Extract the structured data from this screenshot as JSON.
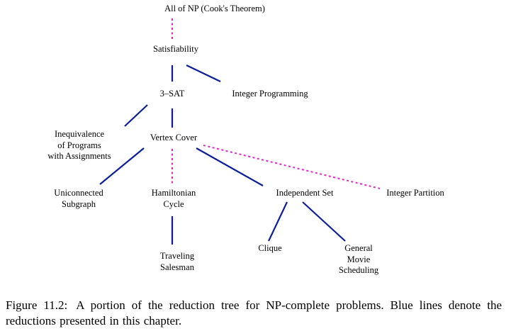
{
  "colors": {
    "reduction_presented": "#0a1e9b",
    "reduction_other": "#e623d2",
    "text": "#000000",
    "background": "#ffffff"
  },
  "nodes": {
    "all_np": "All of NP  (Cook's Theorem)",
    "satisfiability": "Satisfiability",
    "three_sat": "3–SAT",
    "integer_programming": "Integer Programming",
    "inequivalence": [
      "Inequivalence",
      "of Programs",
      "with Assignments"
    ],
    "vertex_cover": "Vertex Cover",
    "uniconnected_subgraph": [
      "Uniconnected",
      "Subgraph"
    ],
    "hamiltonian_cycle": [
      "Hamiltonian",
      "Cycle"
    ],
    "independent_set": "Independent Set",
    "integer_partition": "Integer Partition",
    "traveling_salesman": [
      "Traveling",
      "Salesman"
    ],
    "clique": "Clique",
    "general_movie_scheduling": [
      "General",
      "Movie",
      "Scheduling"
    ]
  },
  "edges": [
    {
      "from": "All of NP",
      "to": "Satisfiability",
      "style": "dashed",
      "color": "#e623d2"
    },
    {
      "from": "Satisfiability",
      "to": "3-SAT",
      "style": "solid",
      "color": "#0a1e9b"
    },
    {
      "from": "Satisfiability",
      "to": "Integer Programming",
      "style": "solid",
      "color": "#0a1e9b"
    },
    {
      "from": "3-SAT",
      "to": "Inequivalence of Programs with Assignments",
      "style": "solid",
      "color": "#0a1e9b"
    },
    {
      "from": "3-SAT",
      "to": "Vertex Cover",
      "style": "solid",
      "color": "#0a1e9b"
    },
    {
      "from": "Vertex Cover",
      "to": "Uniconnected Subgraph",
      "style": "solid",
      "color": "#0a1e9b"
    },
    {
      "from": "Vertex Cover",
      "to": "Hamiltonian Cycle",
      "style": "dashed",
      "color": "#e623d2"
    },
    {
      "from": "Vertex Cover",
      "to": "Independent Set",
      "style": "solid",
      "color": "#0a1e9b"
    },
    {
      "from": "Vertex Cover",
      "to": "Integer Partition",
      "style": "dashed",
      "color": "#e623d2"
    },
    {
      "from": "Hamiltonian Cycle",
      "to": "Traveling Salesman",
      "style": "solid",
      "color": "#0a1e9b"
    },
    {
      "from": "Independent Set",
      "to": "Clique",
      "style": "solid",
      "color": "#0a1e9b"
    },
    {
      "from": "Independent Set",
      "to": "General Movie Scheduling",
      "style": "solid",
      "color": "#0a1e9b"
    }
  ],
  "caption": {
    "label": "Figure 11.2:",
    "text": "A portion of the reduction tree for NP-complete problems. Blue lines denote the reductions presented in this chapter."
  }
}
